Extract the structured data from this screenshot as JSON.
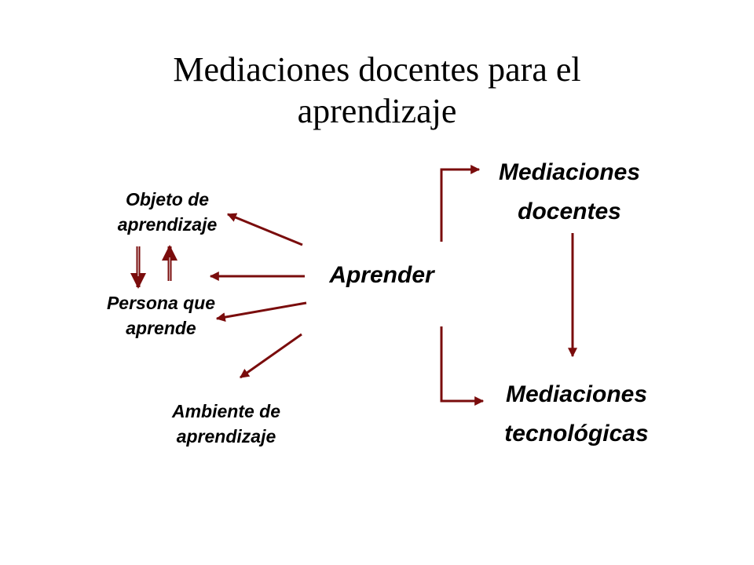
{
  "slide": {
    "title_line1": "Mediaciones docentes para el",
    "title_line2": "aprendizaje"
  },
  "nodes": {
    "center": "Aprender",
    "objeto_line1": "Objeto de",
    "objeto_line2": "aprendizaje",
    "persona_line1": "Persona que",
    "persona_line2": "aprende",
    "ambiente_line1": "Ambiente de",
    "ambiente_line2": "aprendizaje",
    "docentes_line1": "Mediaciones",
    "docentes_line2": "docentes",
    "tecnologicas_line1": "Mediaciones",
    "tecnologicas_line2": "tecnológicas"
  },
  "colors": {
    "arrow": "#7a0c0c",
    "text": "#000000"
  }
}
